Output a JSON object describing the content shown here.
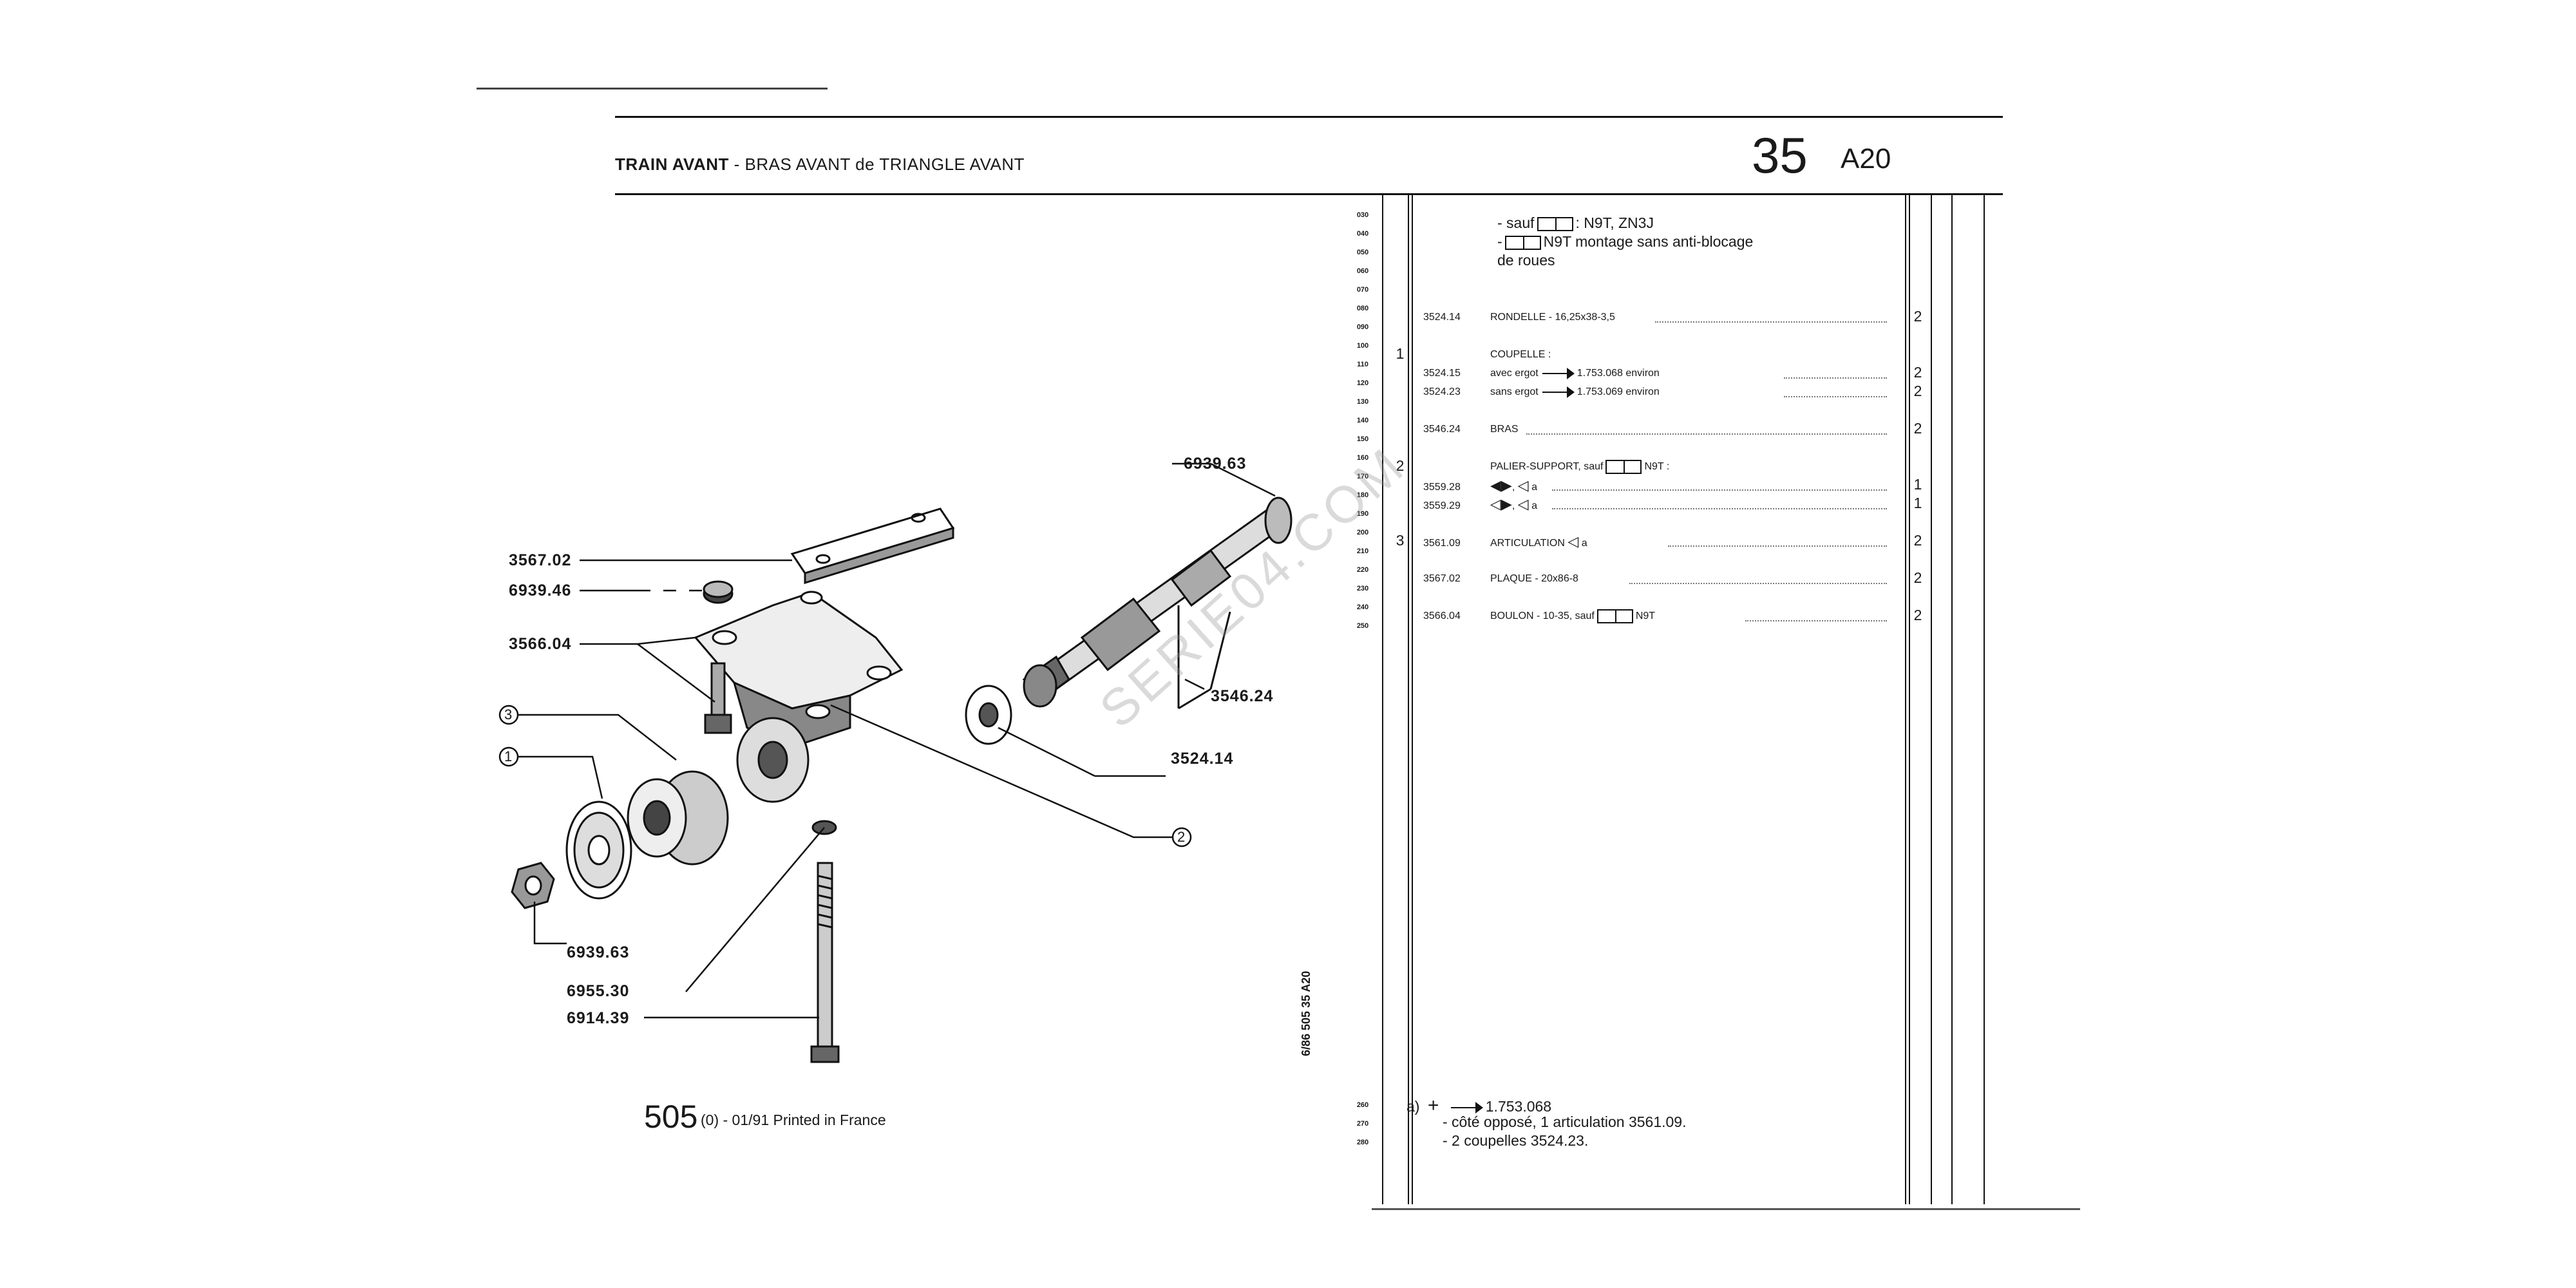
{
  "header": {
    "title_bold": "TRAIN AVANT",
    "title_rest": "- BRAS AVANT de TRIANGLE AVANT",
    "group": "35",
    "plate": "A20"
  },
  "line_numbers": [
    "030",
    "040",
    "050",
    "060",
    "070",
    "080",
    "090",
    "100",
    "110",
    "120",
    "130",
    "140",
    "150",
    "160",
    "170",
    "180",
    "190",
    "200",
    "210",
    "220",
    "230",
    "240",
    "250"
  ],
  "footer_line_numbers": [
    "260",
    "270",
    "280"
  ],
  "intro": {
    "l1_a": "- sauf",
    "l1_b": ": N9T, ZN3J",
    "l2_a": "-",
    "l2_b": "N9T montage sans anti-blocage",
    "l3": "de roues"
  },
  "parts": [
    {
      "ref": "3524.14",
      "text": "RONDELLE - 16,25x38-3,5",
      "qty": "2"
    },
    {
      "ref": "",
      "text": "COUPELLE :",
      "qty": "",
      "fig": "1"
    },
    {
      "ref": "3524.15",
      "text": "avec ergot",
      "suffix": "1.753.068 environ",
      "qty": "2"
    },
    {
      "ref": "3524.23",
      "text": "sans ergot",
      "suffix": "1.753.069 environ",
      "qty": "2"
    },
    {
      "ref": "3546.24",
      "text": "BRAS",
      "qty": "2"
    },
    {
      "ref": "",
      "text": "PALIER-SUPPORT, sauf",
      "suffix": "N9T :",
      "qty": "",
      "fig": "2"
    },
    {
      "ref": "3559.28",
      "text": "a",
      "qty": "1"
    },
    {
      "ref": "3559.29",
      "text": "a",
      "qty": "1"
    },
    {
      "ref": "3561.09",
      "text": "ARTICULATION",
      "suffix": "a",
      "qty": "2",
      "fig": "3"
    },
    {
      "ref": "3567.02",
      "text": "PLAQUE - 20x86-8",
      "qty": "2"
    },
    {
      "ref": "3566.04",
      "text": "BOULON - 10-35, sauf",
      "suffix": "N9T",
      "qty": "2"
    }
  ],
  "notes": {
    "n1_a": "a)",
    "n1_b": "1.753.068",
    "n2": "- côté opposé, 1 articulation 3561.09.",
    "n3": "- 2 coupelles 3524.23."
  },
  "diagram_labels": {
    "l3567": "3567.02",
    "l6939a": "6939.46",
    "l3566": "3566.04",
    "c3": "3",
    "c1": "1",
    "c2": "2",
    "l6939b": "6939.63",
    "l6955": "6955.30",
    "l6914": "6914.39",
    "l6939top": "6939.63",
    "l3546": "3546.24",
    "l3524": "3524.14"
  },
  "footer": {
    "page": "505",
    "rest": "(0) - 01/91 Printed in France",
    "vertical": "6/86 505 35 A20"
  },
  "watermark": "SERIE04.COM"
}
